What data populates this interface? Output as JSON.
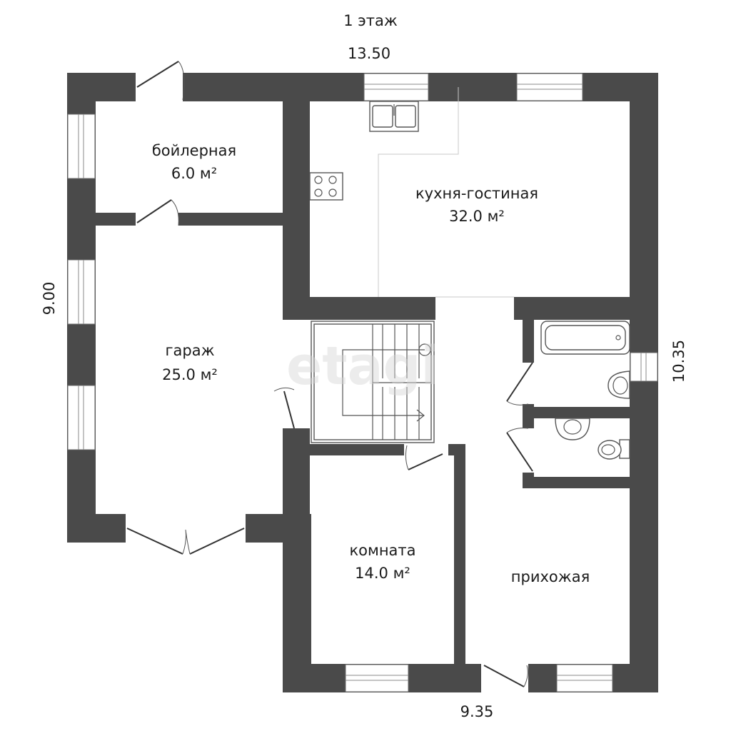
{
  "plan": {
    "floor_title": "1 этаж",
    "dimensions": {
      "top": "13.50",
      "left": "9.00",
      "right": "10.35",
      "bottom": "9.35"
    },
    "rooms": {
      "boiler": {
        "name": "бойлерная",
        "area": "6.0 м²"
      },
      "kitchen": {
        "name": "кухня-гостиная",
        "area": "32.0 м²"
      },
      "garage": {
        "name": "гараж",
        "area": "25.0 м²"
      },
      "room": {
        "name": "комната",
        "area": "14.0 м²"
      },
      "hall": {
        "name": "прихожая"
      }
    },
    "watermark": "etagi",
    "colors": {
      "wall": "#4a4a4a",
      "background": "#ffffff"
    }
  }
}
